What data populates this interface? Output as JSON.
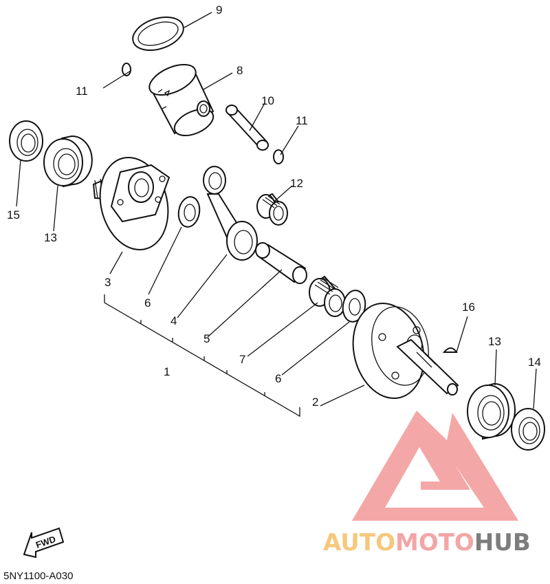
{
  "diagram": {
    "callouts": [
      "9",
      "11",
      "8",
      "10",
      "11",
      "15",
      "13",
      "12",
      "3",
      "6",
      "4",
      "5",
      "1",
      "7",
      "6",
      "2",
      "16",
      "13",
      "14"
    ],
    "fwd_label": "FWD",
    "diagram_code": "5NY1100-A030"
  },
  "watermark": {
    "brand_part1": "AUTO",
    "brand_part2": "MOTO",
    "brand_part3": "HUB",
    "color_part1": "#f6c87e",
    "color_part2": "#f2a6a6",
    "color_part3": "#7d7d7d",
    "logo_color": "#f08a8a"
  }
}
